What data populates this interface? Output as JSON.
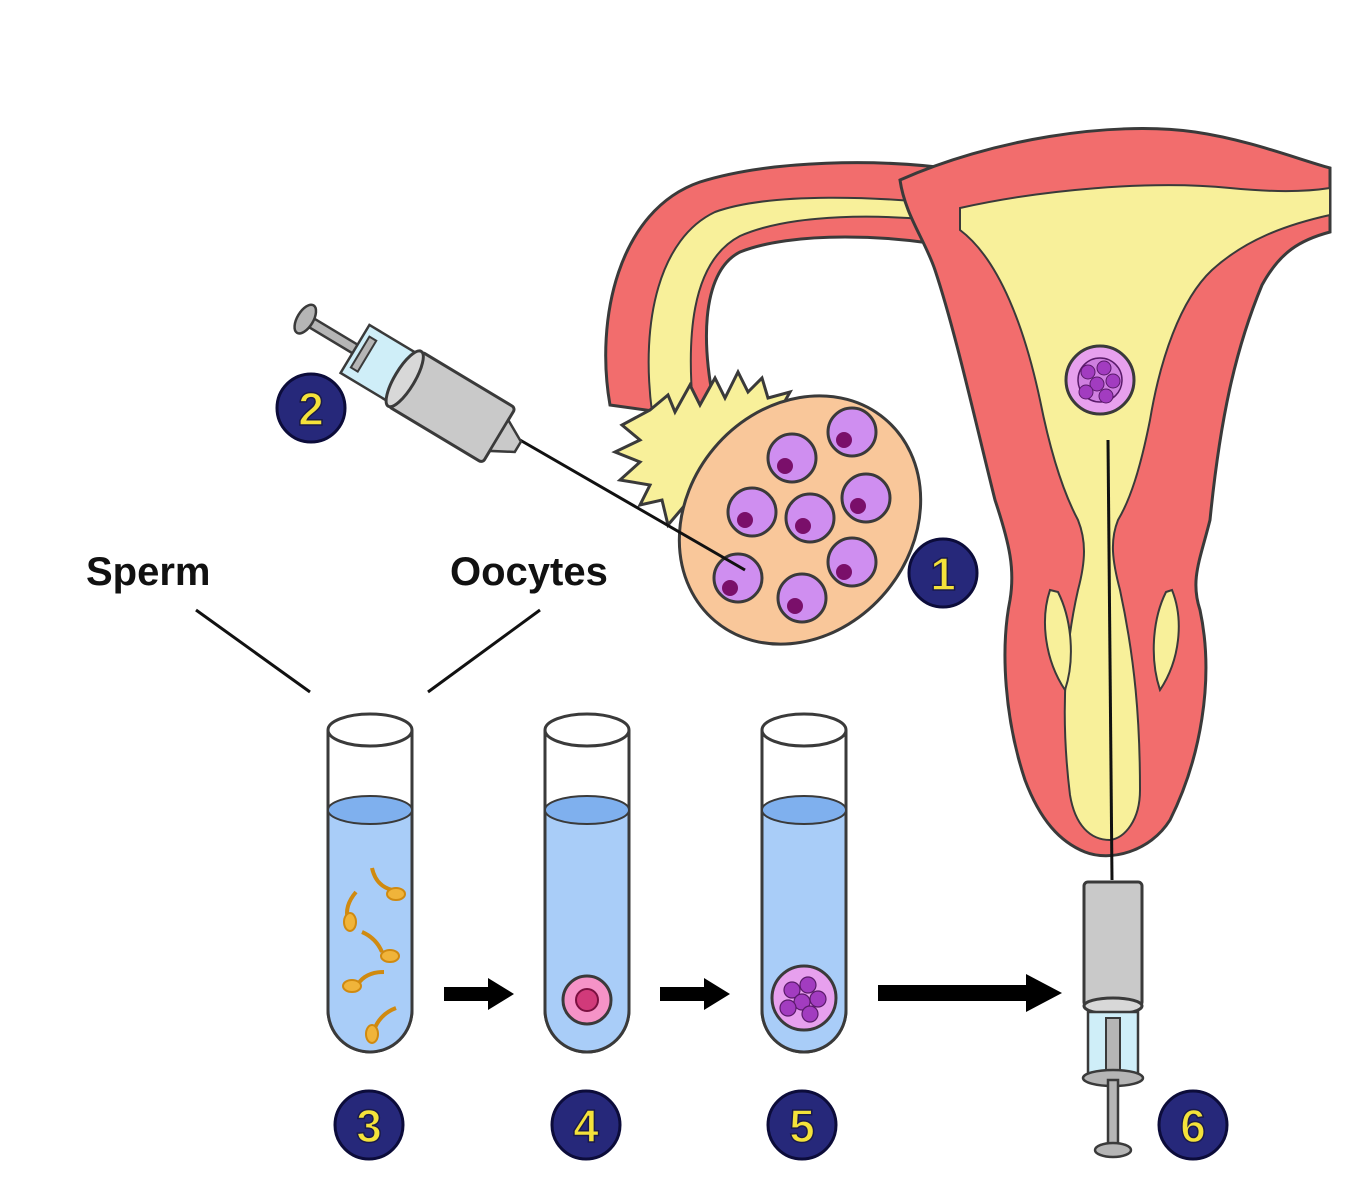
{
  "labels": {
    "sperm": "Sperm",
    "oocytes": "Oocytes"
  },
  "steps": [
    "1",
    "2",
    "3",
    "4",
    "5",
    "6"
  ],
  "icons": {
    "uterus": "uterus-icon",
    "ovary": "ovary-icon",
    "retrieval_syringe": "syringe-icon",
    "transfer_syringe": "syringe-icon",
    "tube_sperm": "test-tube-icon",
    "tube_zygote": "test-tube-icon",
    "tube_embryo": "test-tube-icon",
    "arrow": "arrow-right-icon"
  },
  "colors": {
    "tissue": "#f26d6d",
    "lining": "#f8f09a",
    "ovary": "#f9c79a",
    "oocyte": "#cf8ef0",
    "oocyte_nucleus": "#7a0f6a",
    "medium": "#a9cdf8",
    "sperm": "#f0b43a",
    "zygote": "#f593c7",
    "badge": "#26287a",
    "badge_text": "#f4e23a",
    "syringe_barrel": "#c9c9c9",
    "syringe_fluid": "#cfeef8",
    "arrow": "#000000"
  }
}
